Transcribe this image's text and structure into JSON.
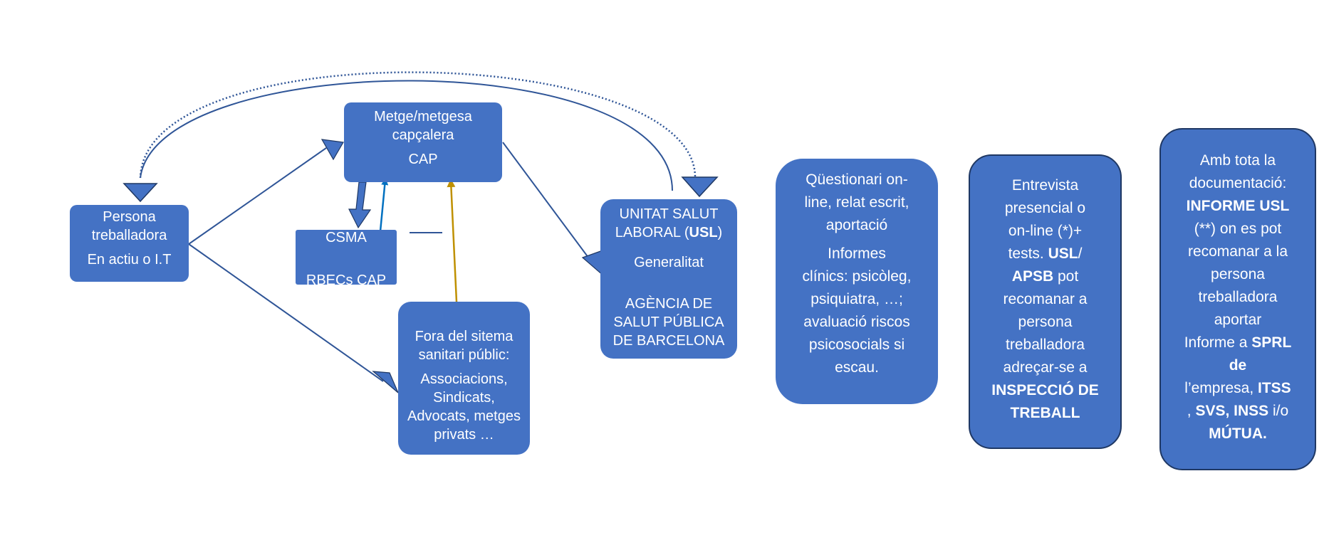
{
  "diagram": {
    "nodes": {
      "persona": {
        "line1": "Persona",
        "line2": "treballadora",
        "line3": "En actiu o I.T"
      },
      "metge": {
        "line1": "Metge/metgesa",
        "line2": "capçalera",
        "line3": "CAP"
      },
      "csma": {
        "line1": "CSMA",
        "line2": "RBECs CAP"
      },
      "fora": {
        "line1": "Fora del sitema",
        "line2": "sanitari públic:",
        "line3": "Associacions,",
        "line4": "Sindicats,",
        "line5": "Advocats, metges",
        "line6": "privats …"
      },
      "usl": {
        "line1": "UNITAT SALUT",
        "line2a": "LABORAL (",
        "line2b": "USL",
        "line2c": ")",
        "line3": "Generalitat",
        "line4": "AGÈNCIA DE",
        "line5": "SALUT PÚBLICA",
        "line6": "DE BARCELONA"
      }
    },
    "steps": {
      "qüestionari": {
        "line1": "Qüestionari on-",
        "line2": "line, relat escrit,",
        "line3": "aportació",
        "line4": "Informes",
        "line5": "clínics: psicòleg,",
        "line6": "psiquiatra, …;",
        "line7": "avaluació riscos",
        "line8": "psicosocials si",
        "line9": "escau."
      },
      "entrevista": {
        "line1": "Entrevista",
        "line2": "presencial o",
        "line3": "on-line (*)+",
        "line4a": "tests. ",
        "line4b": "USL",
        "line4c": "/",
        "line5a": "APSB",
        "line5b": " pot",
        "line6": "recomanar a",
        "line7": "persona",
        "line8": "treballadora",
        "line9": "adreçar-se a",
        "line10": "INSPECCIÓ DE",
        "line11": "TREBALL"
      },
      "documentacio": {
        "line1": "Amb tota la",
        "line2": "documentació:",
        "line3": "INFORME USL",
        "line4": "(**) on es pot",
        "line5": "recomanar a la",
        "line6": "persona",
        "line7": "treballadora",
        "line8": "aportar",
        "line9a": "Informe a ",
        "line9b": "SPRL",
        "line10": "de",
        "line11a": "l’empresa, ",
        "line11b": "ITSS",
        "line12a": ", ",
        "line12b": "SVS, INSS",
        "line12c": " i/o",
        "line13": "MÚTUA."
      }
    },
    "colors": {
      "box_fill": "#4472C4",
      "box_text": "#FFFFFF",
      "connector": "#2F5597",
      "arrow_blue": "#0070C0",
      "arrow_gold": "#BF9000",
      "border_dark": "#1F3864"
    }
  }
}
